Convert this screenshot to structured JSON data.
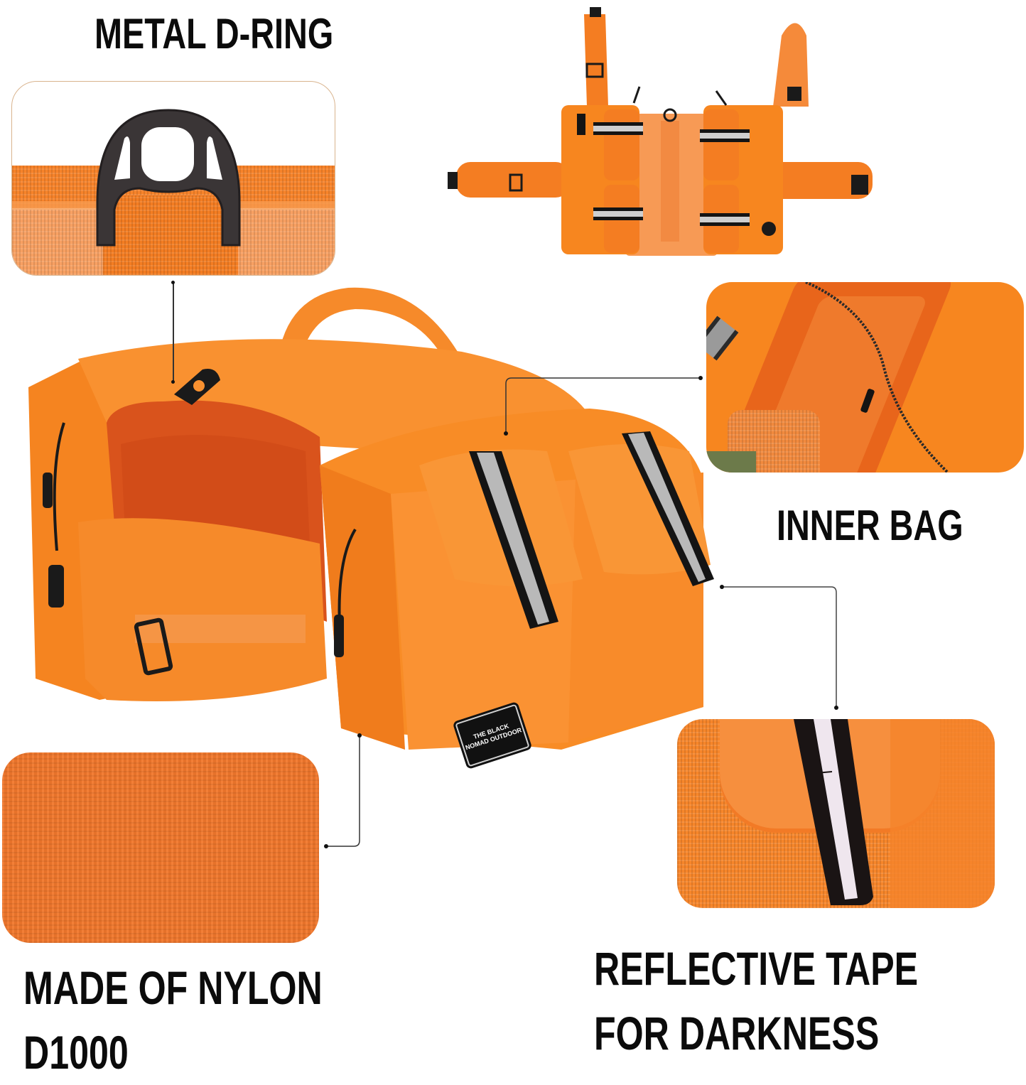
{
  "features": {
    "d_ring": {
      "title": "METAL D-RING"
    },
    "inner_bag": {
      "title": "INNER BAG"
    },
    "nylon": {
      "line1": "MADE OF NYLON",
      "line2": "D1000"
    },
    "reflective": {
      "line1": "REFLECTIVE TAPE",
      "line2": "FOR DARKNESS"
    }
  },
  "product": {
    "brand_patch_line1": "THE BLACK",
    "brand_patch_line2": "NOMAD OUTDOOR"
  },
  "colors": {
    "bag_orange": "#f7861f",
    "fabric_orange": "#f2782c",
    "reflective_gray": "#b9b9b9",
    "strap_black": "#141414",
    "panel_border": "#d9b48e",
    "text": "#0b0b0b",
    "background": "#ffffff"
  }
}
